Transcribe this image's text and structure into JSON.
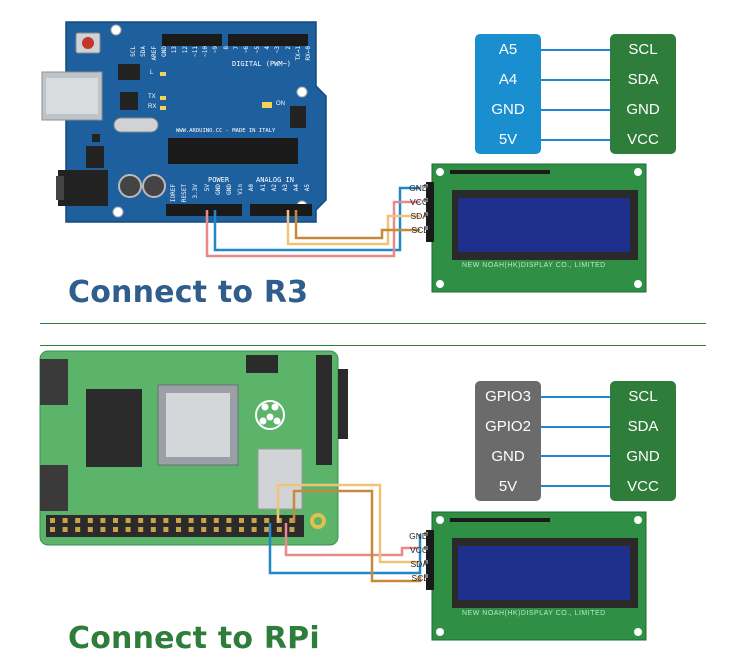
{
  "section1": {
    "title": "Connect to R3",
    "title_color": "#2f5d8c",
    "mcu_pins": [
      "A5",
      "A4",
      "GND",
      "5V"
    ],
    "mcu_box_color": "#1a8fd0",
    "lcd_pins": [
      "SCL",
      "SDA",
      "GND",
      "VCC"
    ],
    "lcd_box_color": "#2e7d3a",
    "connector_labels": [
      "GND",
      "VCC",
      "SDA",
      "SCL"
    ],
    "arduino": {
      "top_pins": [
        "SCL",
        "SDA",
        "AREF",
        "GND",
        "13",
        "12",
        "~11",
        "~10",
        "~9",
        "8",
        "7",
        "~6",
        "~5",
        "4",
        "~3",
        "2",
        "TX→1",
        "RX←0"
      ],
      "digital_label": "DIGITAL (PWM~)",
      "url_text": "WWW.ARDUINO.CC - MADE IN ITALY",
      "power_label": "POWER",
      "analog_label": "ANALOG IN",
      "bottom_pins": [
        "IOREF",
        "RESET",
        "3.3V",
        "5V",
        "GND",
        "GND",
        "Vin",
        "A0",
        "A1",
        "A2",
        "A3",
        "A4",
        "A5"
      ],
      "led_labels": [
        "L",
        "TX",
        "RX",
        "ON"
      ]
    },
    "lcd_brand": "NEW NOAH(HK)DISPLAY CO., LIMITED"
  },
  "section2": {
    "title": "Connect to RPi",
    "title_color": "#2e7d3a",
    "mcu_pins": [
      "GPIO3",
      "GPIO2",
      "GND",
      "5V"
    ],
    "mcu_box_color": "#6b6b6b",
    "lcd_pins": [
      "SCL",
      "SDA",
      "GND",
      "VCC"
    ],
    "lcd_box_color": "#2e7d3a",
    "connector_labels": [
      "GND",
      "VCC",
      "SDA",
      "SCL"
    ],
    "lcd_brand": "NEW NOAH(HK)DISPLAY CO., LIMITED"
  },
  "wire_colors": {
    "gnd": "#1f88c9",
    "vcc": "#e8898a",
    "sda": "#f1c27a",
    "scl": "#c88a3a",
    "link": "#1f88c9"
  }
}
